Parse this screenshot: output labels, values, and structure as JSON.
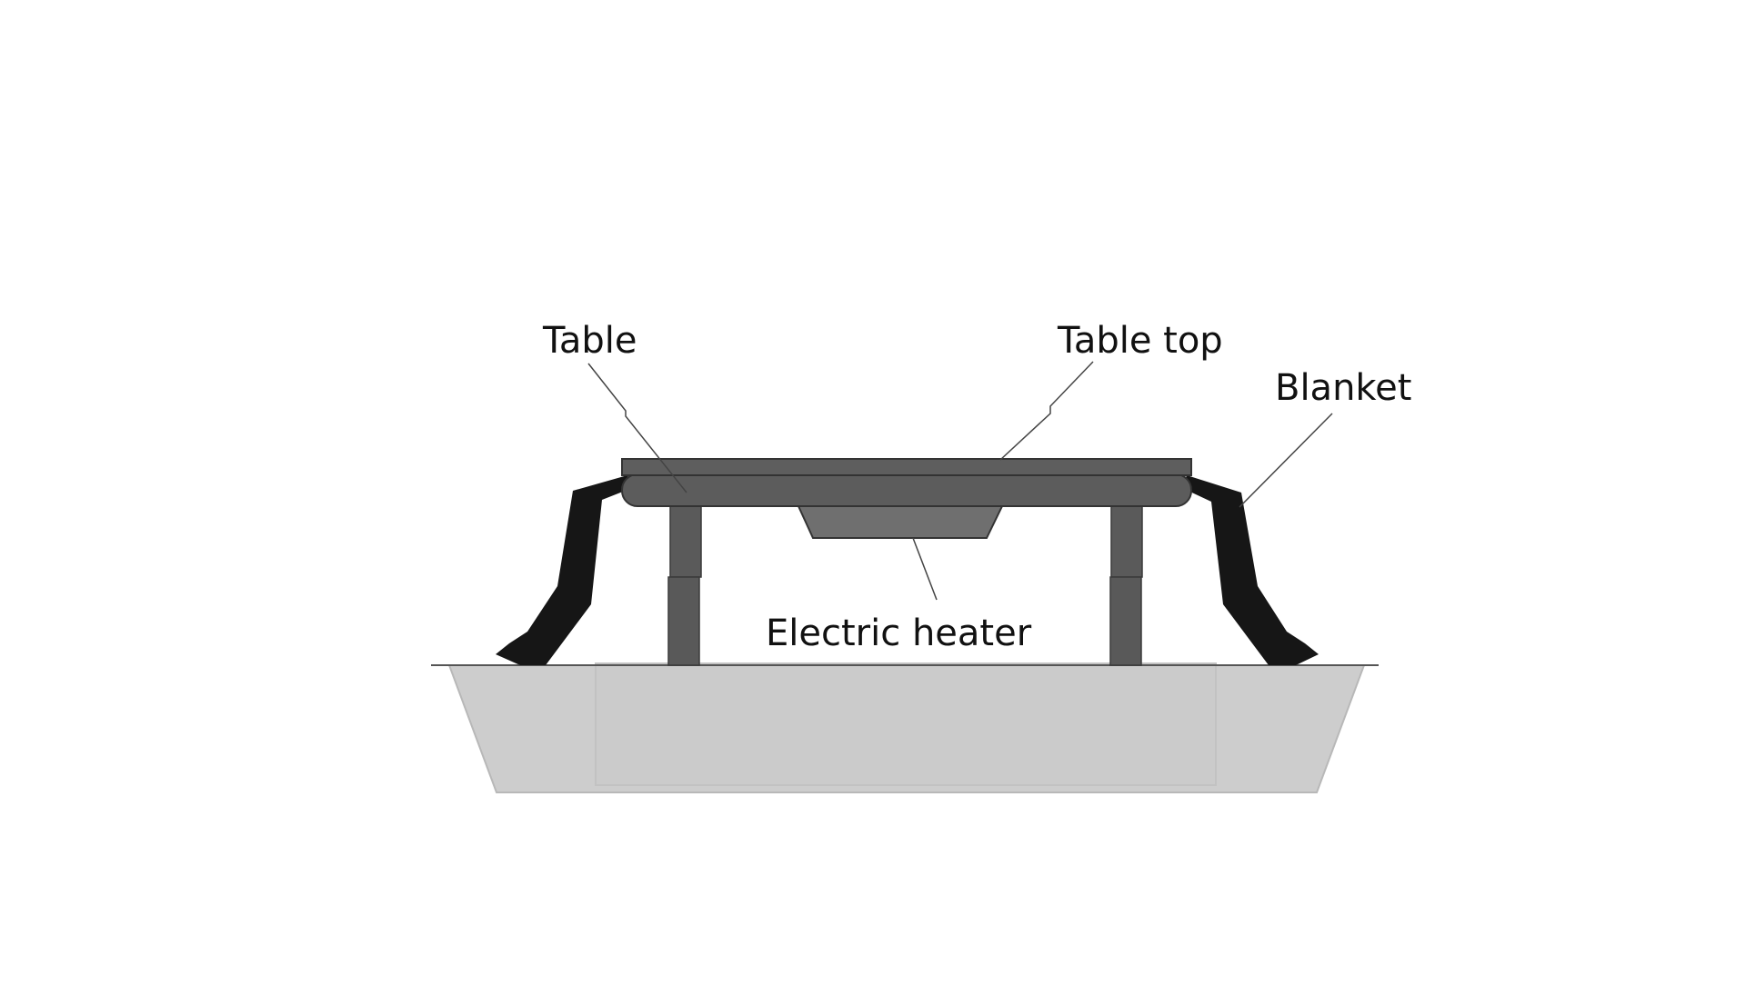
{
  "labels": {
    "table": "Table",
    "table_top": "Table top",
    "blanket": "Blanket",
    "electric_heater": "Electric heater"
  },
  "colors": {
    "blanket": "#161616",
    "table_top": "#5e5e5e",
    "table_frame": "#5c5c5c",
    "legs": "#5a5a5a",
    "heater": "#6f6f6f",
    "floor_pit": "#cdcdcd",
    "outline": "#333333",
    "leader_line": "#444444"
  }
}
